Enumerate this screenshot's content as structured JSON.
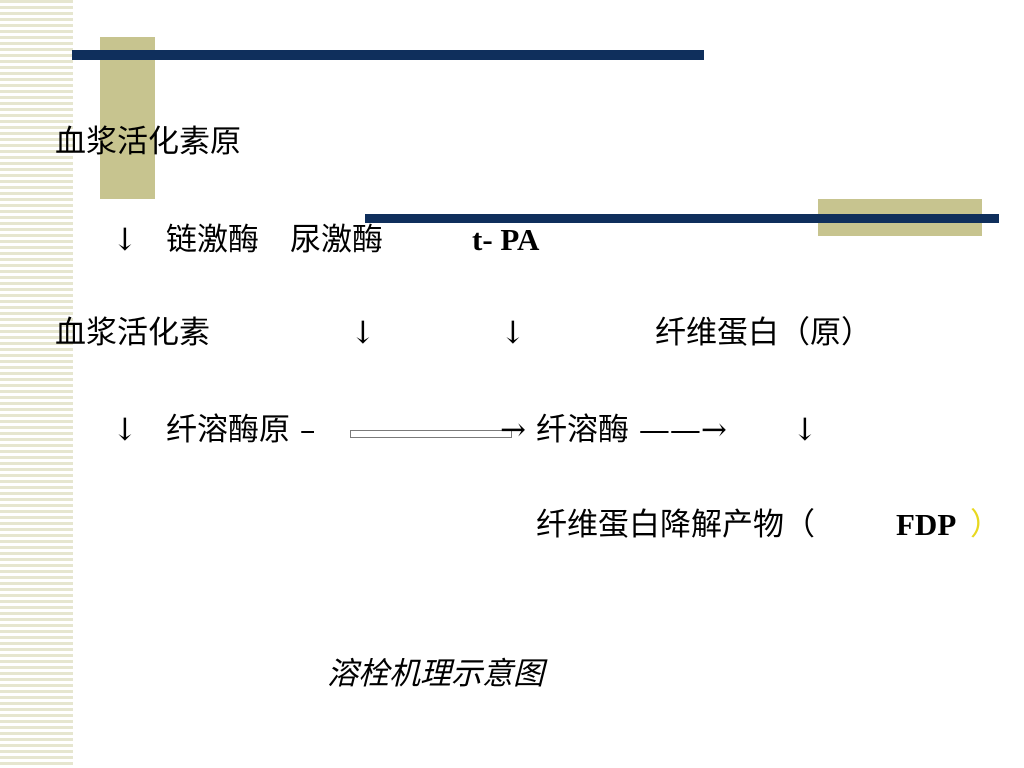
{
  "lines": {
    "l1": "血浆活化素原",
    "l2_arrow": "↓",
    "l2_enzymes": "链激酶　尿激酶",
    "l2_tpa": "t- PA",
    "l3_text": "血浆活化素",
    "l3_arrow1": "↓",
    "l3_arrow2": "↓",
    "l3_fibrinogen": "纤维蛋白（原）",
    "l4_arrow": "↓",
    "l4_plasminogen": "纤溶酶原 –",
    "l4_mid_arrow": "→",
    "l4_plasmin": "纤溶酶 ——→",
    "l4_arrow_end": "↓",
    "l5_fdp_cn": "纤维蛋白降解产物（",
    "l5_fdp": "FDP",
    "l5_close": "）",
    "caption": "溶栓机理示意图"
  },
  "colors": {
    "navy_bar": "#0f2f5c",
    "khaki_block": "#c7c48f",
    "stripe": "#e6e6cf",
    "accent_yellow": "#e8d820"
  }
}
